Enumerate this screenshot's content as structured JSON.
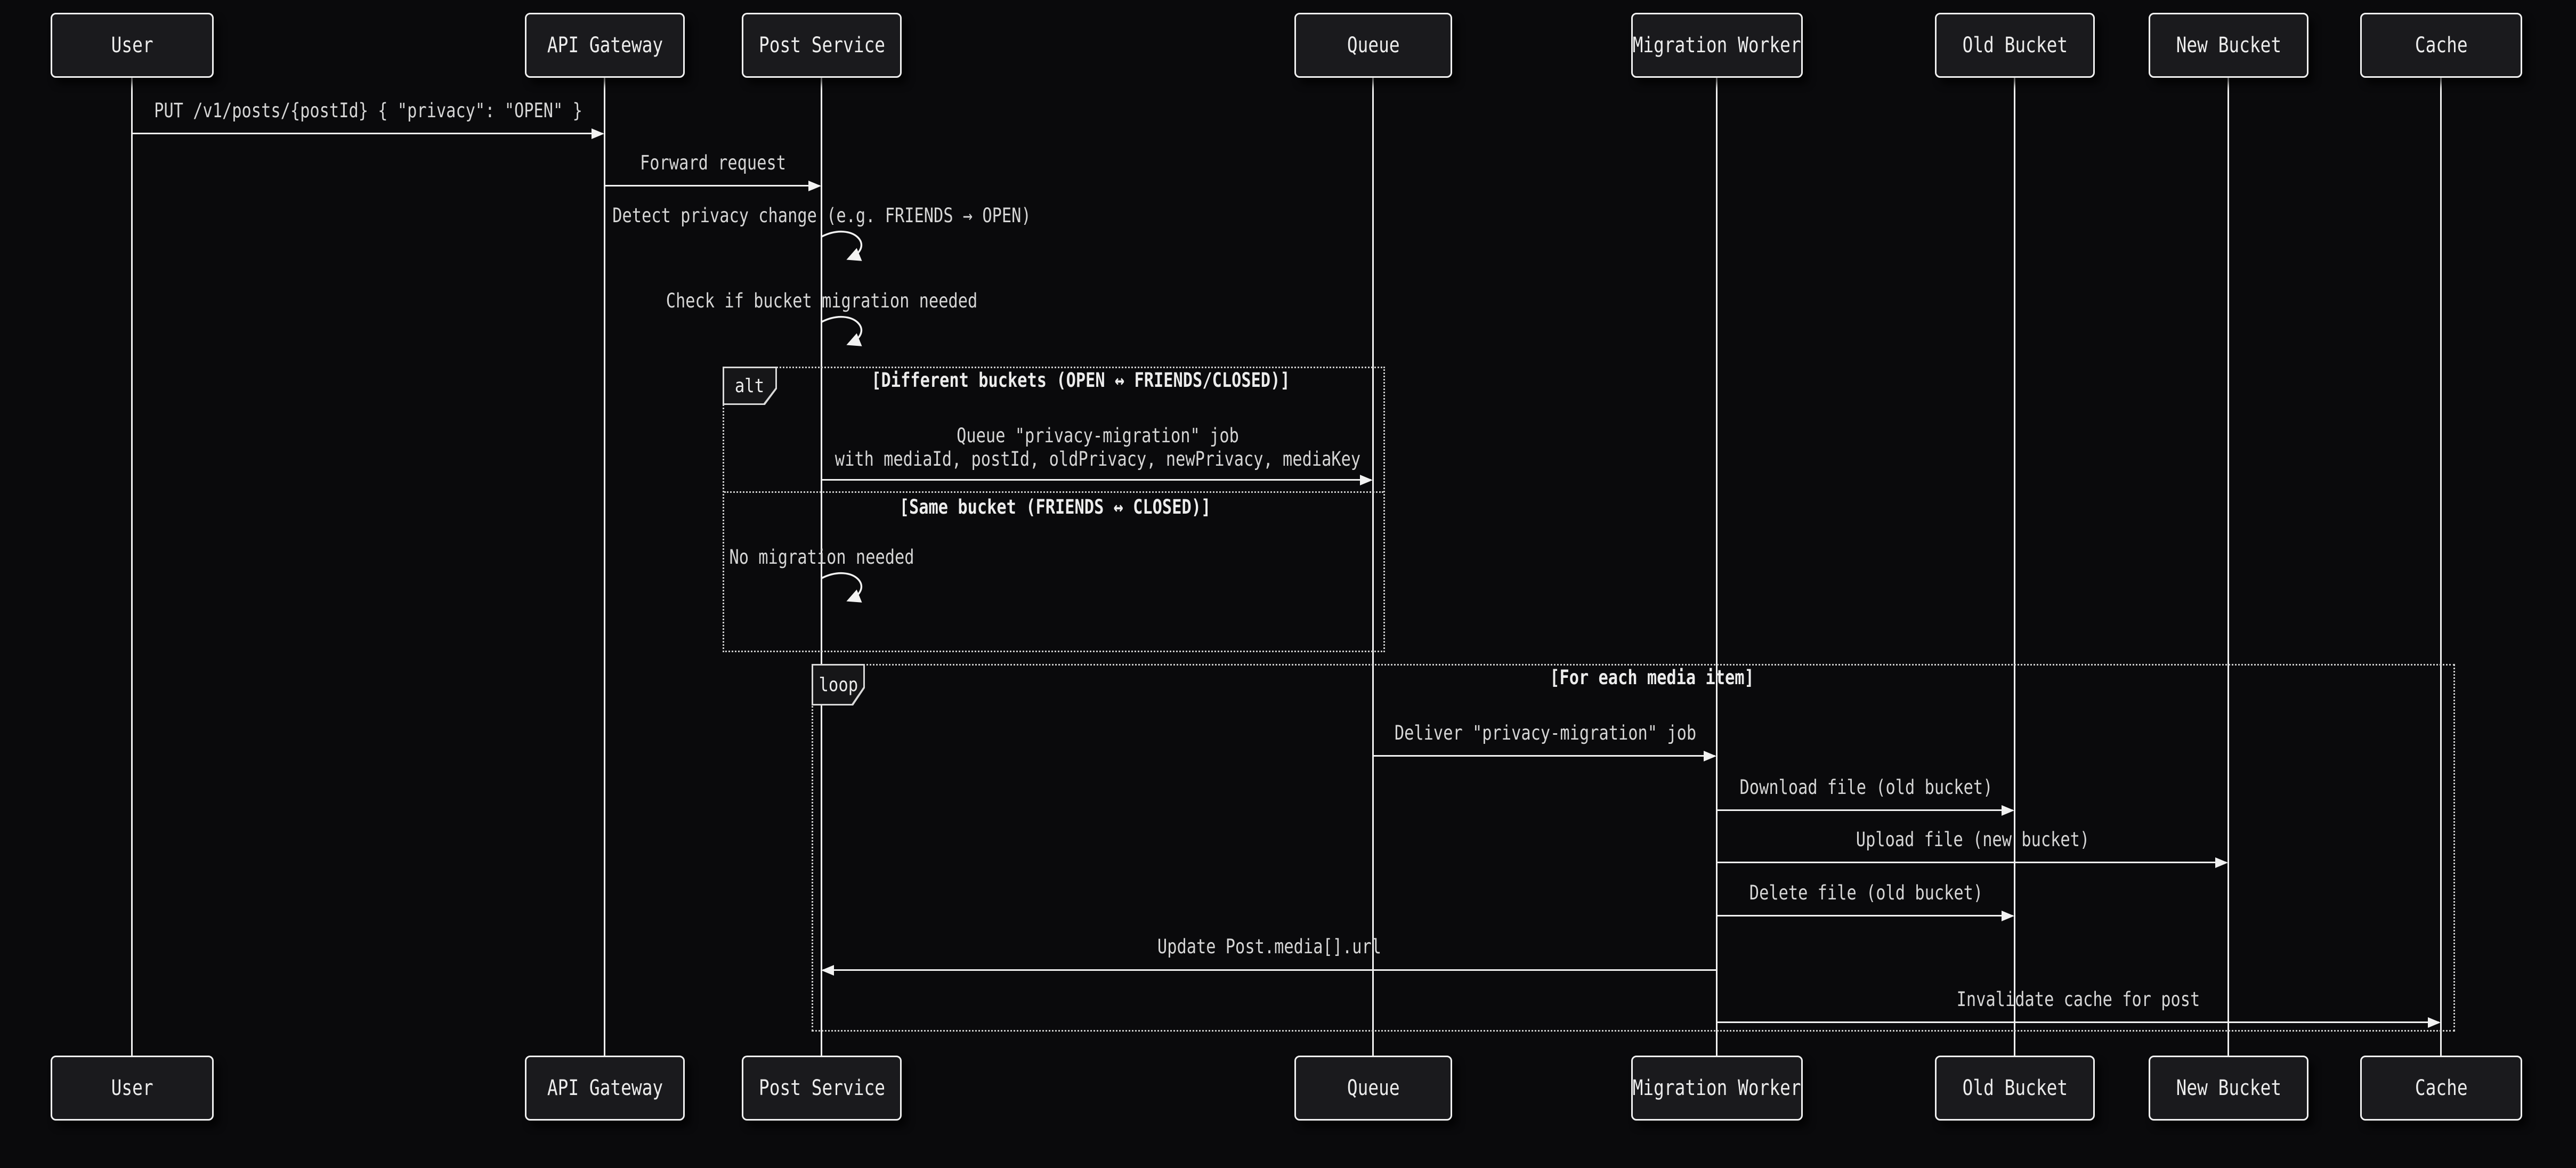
{
  "diagram": {
    "type": "sequence-diagram",
    "participants": [
      {
        "id": "user",
        "label": "User"
      },
      {
        "id": "api-gateway",
        "label": "API Gateway"
      },
      {
        "id": "post-service",
        "label": "Post Service"
      },
      {
        "id": "queue",
        "label": "Queue"
      },
      {
        "id": "migration-worker",
        "label": "Migration Worker"
      },
      {
        "id": "old-bucket",
        "label": "Old Bucket"
      },
      {
        "id": "new-bucket",
        "label": "New Bucket"
      },
      {
        "id": "cache",
        "label": "Cache"
      }
    ],
    "messages": {
      "put_request": "PUT /v1/posts/{postId} { \"privacy\": \"OPEN\" }",
      "forward_request": "Forward request",
      "detect_change": "Detect privacy change (e.g. FRIENDS → OPEN)",
      "check_migration": "Check if bucket migration needed",
      "queue_job_line1": "Queue \"privacy-migration\" job",
      "queue_job_line2": "with mediaId, postId, oldPrivacy, newPrivacy, mediaKey",
      "no_migration": "No migration needed",
      "deliver_job": "Deliver \"privacy-migration\" job",
      "download_file": "Download file (old bucket)",
      "upload_file": "Upload file (new bucket)",
      "delete_file": "Delete file (old bucket)",
      "update_post_media": "Update Post.media[].url",
      "invalidate_cache": "Invalidate cache for post"
    },
    "frames": {
      "alt": {
        "label": "alt",
        "condition_1": "[Different buckets (OPEN ↔ FRIENDS/CLOSED)]",
        "condition_2": "[Same bucket (FRIENDS ↔ CLOSED)]"
      },
      "loop": {
        "label": "loop",
        "condition": "[For each media item]"
      }
    },
    "colors": {
      "bg": "#0a0a0c",
      "boxfill": "#1a1a1d",
      "line": "#f2f2f2",
      "text": "#ececec",
      "msgtext": "#d6d6d6"
    }
  }
}
